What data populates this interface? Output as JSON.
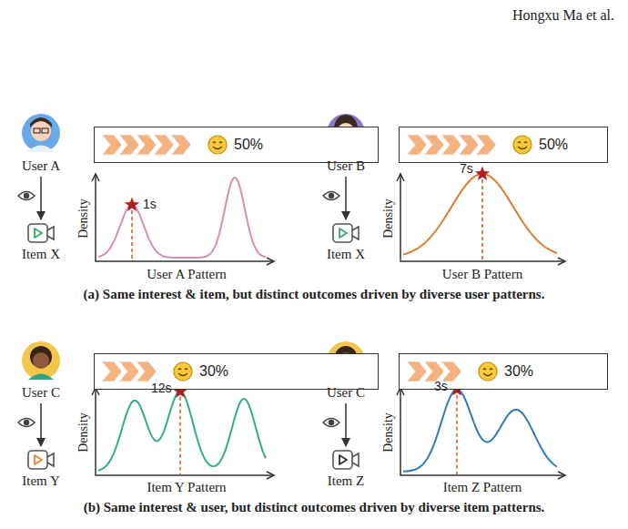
{
  "diagram": {
    "nodes": [
      {
        "text": [
          "User A"
        ]
      },
      {
        "text": [
          "Item X"
        ]
      },
      {
        "text": [
          "50%"
        ]
      },
      {
        "text": [
          "User B"
        ]
      },
      {
        "text": [
          "Item X"
        ]
      },
      {
        "text": [
          "50%"
        ]
      },
      {
        "text": [
          "User C"
        ]
      },
      {
        "text": [
          "Item Y"
        ]
      },
      {
        "text": [
          "30%"
        ]
      },
      {
        "text": [
          "User C"
        ]
      },
      {
        "text": [
          "Item Z"
        ]
      },
      {
        "text": [
          "30%"
        ]
      }
    ],
    "edges": [
      {
        "from": 0,
        "to": 1,
        "arrow": "to"
      },
      {
        "from": 3,
        "to": 4,
        "arrow": "to"
      },
      {
        "from": 6,
        "to": 7,
        "arrow": "to"
      },
      {
        "from": 9,
        "to": 10,
        "arrow": "to"
      }
    ],
    "labels": [
      "Hongxu Ma et al.",
      "1s",
      "Density",
      "User A Pattern",
      "7s",
      "Density",
      "User B Pattern",
      "(a) Same interest & item, but distinct outcomes driven by diverse user patterns.",
      "12s",
      "Density",
      "Item Y Pattern",
      "3s",
      "Density",
      "Item Z Pattern",
      "(b) Same interest & user, but distinct outcomes driven by diverse item patterns."
    ]
  }
}
